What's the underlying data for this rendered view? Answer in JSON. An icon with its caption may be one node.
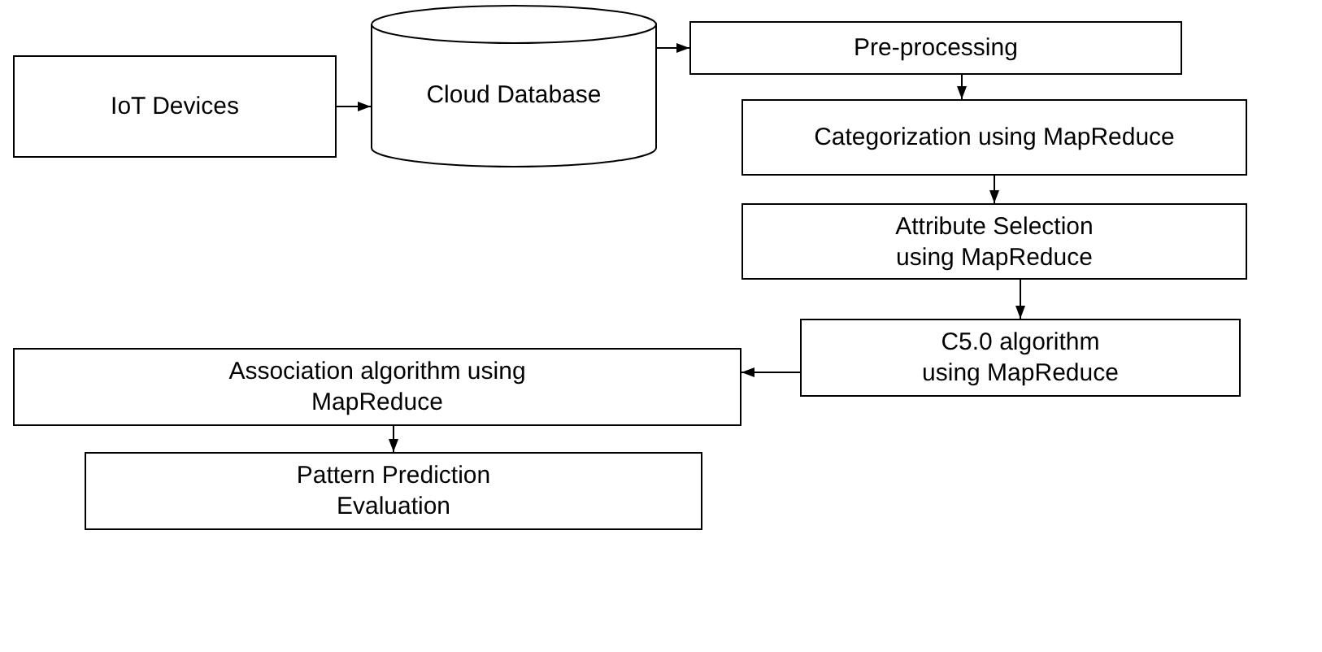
{
  "diagram": {
    "nodes": [
      {
        "text": [
          "IoT Devices"
        ]
      },
      {
        "text": [
          "Cloud Database"
        ]
      },
      {
        "text": [
          "Pre-processing"
        ]
      },
      {
        "text": [
          "Categorization using MapReduce"
        ]
      },
      {
        "text": [
          "Attribute Selection using MapReduce"
        ]
      },
      {
        "text": [
          "C5.0 algorithm using MapReduce"
        ]
      },
      {
        "text": [
          "Association algorithm using MapReduce"
        ]
      },
      {
        "text": [
          "Pattern Prediction Evaluation"
        ]
      }
    ],
    "edges": [
      {
        "from": 0,
        "to": 1,
        "arrow": "to"
      },
      {
        "from": 1,
        "to": 2,
        "arrow": "to"
      },
      {
        "from": 2,
        "to": 3,
        "arrow": "to"
      },
      {
        "from": 3,
        "to": 4,
        "arrow": "to"
      },
      {
        "from": 4,
        "to": 5,
        "arrow": "to"
      },
      {
        "from": 5,
        "to": 6,
        "arrow": "to"
      },
      {
        "from": 6,
        "to": 7,
        "arrow": "to"
      }
    ]
  }
}
